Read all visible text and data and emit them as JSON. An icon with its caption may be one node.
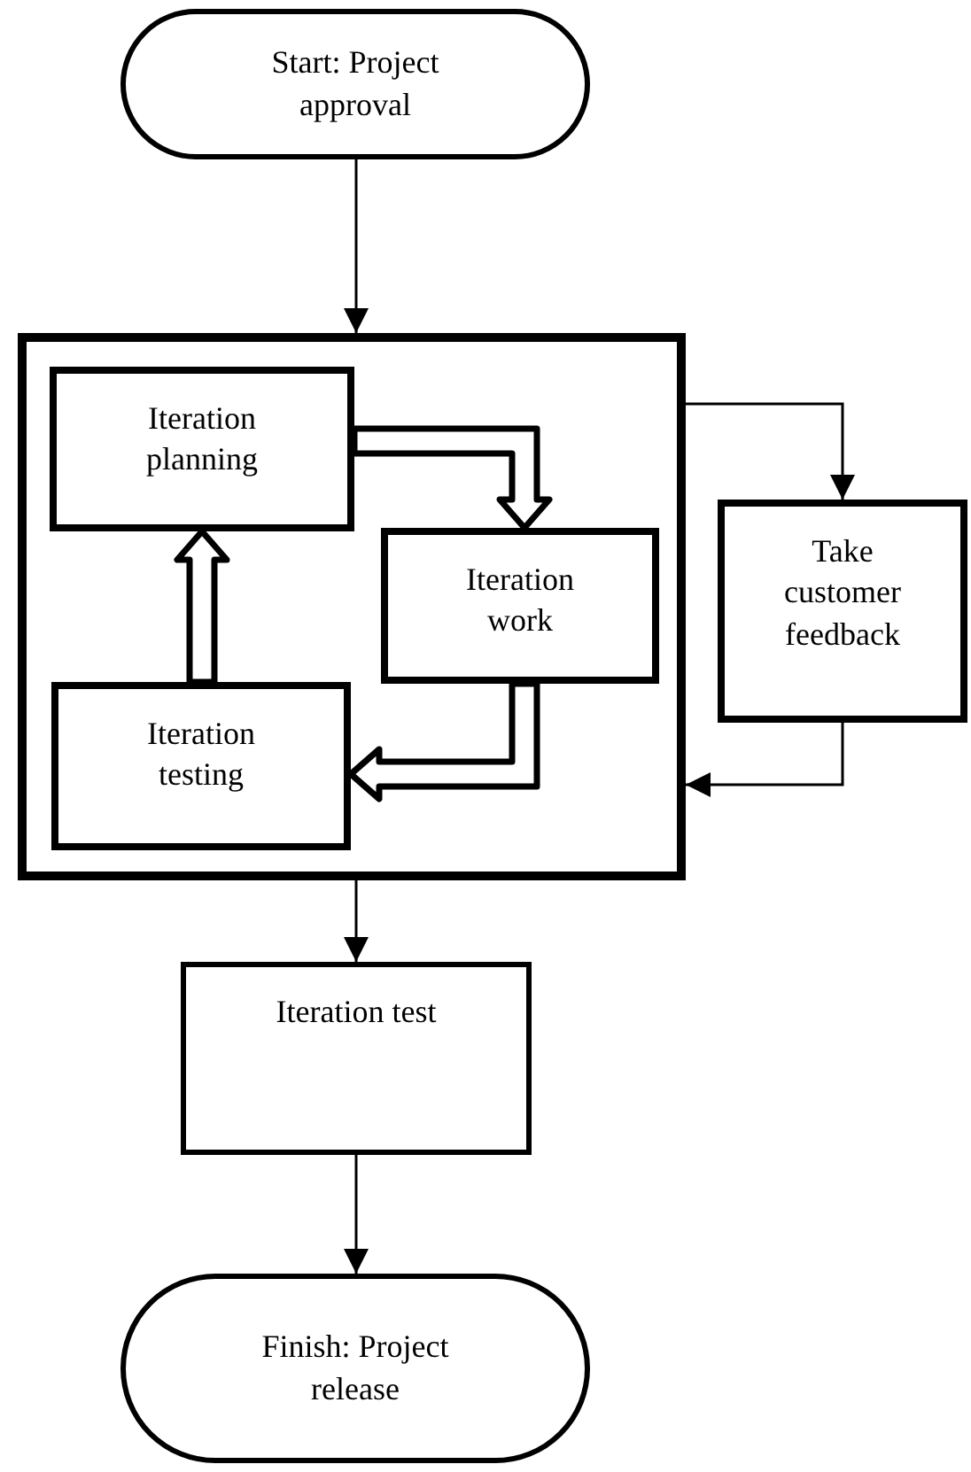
{
  "diagram": {
    "nodes": [
      {
        "text": [
          "Start: Project approval"
        ]
      },
      {
        "text": [],
        "shape": "box"
      },
      {
        "text": [
          "Iteration planning"
        ],
        "in": 1
      },
      {
        "text": [
          "Iteration work"
        ],
        "in": 1
      },
      {
        "text": [
          "Iteration testing"
        ],
        "in": 1
      },
      {
        "text": [
          "Take customer feedback"
        ]
      },
      {
        "text": [
          "Iteration test"
        ]
      },
      {
        "text": [
          "Finish: Project release"
        ]
      }
    ],
    "edges": [
      {
        "from": 0,
        "to": 1,
        "arrow": "to"
      },
      {
        "from": 2,
        "to": 3,
        "arrow": "to",
        "style": "thick"
      },
      {
        "from": 3,
        "to": 4,
        "arrow": "to",
        "style": "thick"
      },
      {
        "from": 4,
        "to": 2,
        "arrow": "to",
        "style": "thick"
      },
      {
        "from": 1,
        "to": 5,
        "arrow": "to"
      },
      {
        "from": 5,
        "to": 1,
        "arrow": "to"
      },
      {
        "from": 1,
        "to": 6,
        "arrow": "to"
      },
      {
        "from": 6,
        "to": 7,
        "arrow": "to"
      }
    ]
  }
}
